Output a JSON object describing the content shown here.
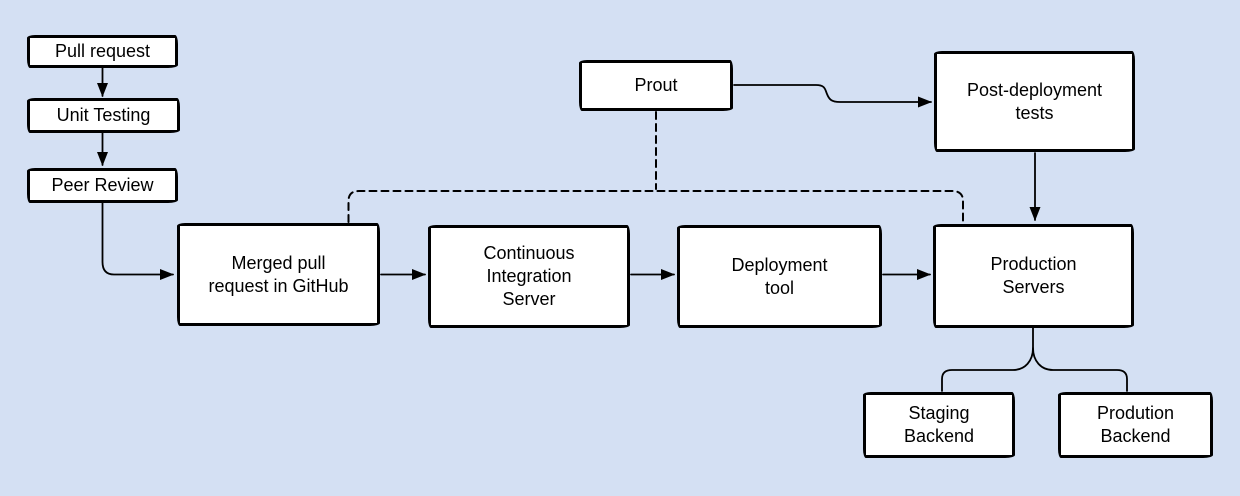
{
  "diagram": {
    "background_color": "#d4e0f3",
    "node_fill_color": "#ffffff",
    "node_border_color": "#000000",
    "line_color": "#000000",
    "nodes": [
      {
        "id": "pull-request",
        "label": "Pull request"
      },
      {
        "id": "unit-testing",
        "label": "Unit Testing"
      },
      {
        "id": "peer-review",
        "label": "Peer Review"
      },
      {
        "id": "merged-pull-request",
        "label": "Merged pull\nrequest in GitHub"
      },
      {
        "id": "continuous-integration-server",
        "label": "Continuous\nIntegration\nServer"
      },
      {
        "id": "deployment-tool",
        "label": "Deployment\ntool"
      },
      {
        "id": "production-servers",
        "label": "Production\nServers"
      },
      {
        "id": "prout",
        "label": "Prout"
      },
      {
        "id": "post-deployment-tests",
        "label": "Post-deployment\ntests"
      },
      {
        "id": "staging-backend",
        "label": "Staging\nBackend"
      },
      {
        "id": "prodution-backend",
        "label": "Prodution\nBackend"
      }
    ],
    "edges": [
      {
        "from": "pull-request",
        "to": "unit-testing",
        "style": "solid",
        "arrow": true
      },
      {
        "from": "unit-testing",
        "to": "peer-review",
        "style": "solid",
        "arrow": true
      },
      {
        "from": "peer-review",
        "to": "merged-pull-request",
        "style": "solid",
        "arrow": true
      },
      {
        "from": "merged-pull-request",
        "to": "continuous-integration-server",
        "style": "solid",
        "arrow": true
      },
      {
        "from": "continuous-integration-server",
        "to": "deployment-tool",
        "style": "solid",
        "arrow": true
      },
      {
        "from": "deployment-tool",
        "to": "production-servers",
        "style": "solid",
        "arrow": true
      },
      {
        "from": "prout",
        "to": "post-deployment-tests",
        "style": "solid",
        "arrow": true
      },
      {
        "from": "post-deployment-tests",
        "to": "production-servers",
        "style": "solid",
        "arrow": true
      },
      {
        "from": "production-servers",
        "to": "staging-backend",
        "style": "solid",
        "arrow": false
      },
      {
        "from": "production-servers",
        "to": "prodution-backend",
        "style": "solid",
        "arrow": false
      },
      {
        "from": "prout",
        "to": "merged-pull-request",
        "style": "dashed",
        "arrow": false
      },
      {
        "from": "prout",
        "to": "production-servers",
        "style": "dashed",
        "arrow": false
      }
    ]
  }
}
